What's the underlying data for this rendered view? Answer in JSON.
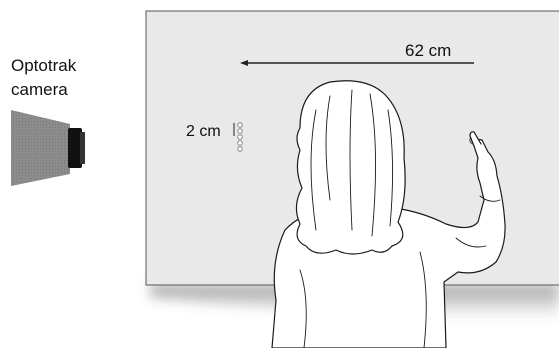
{
  "camera": {
    "label_line1": "Optotrak",
    "label_line2": "camera"
  },
  "screen": {
    "width_label": "62 cm",
    "spacing_label": "2 cm"
  },
  "colors": {
    "screen_fill": "#e9e9e9",
    "screen_stroke": "#555555",
    "camera_body": "#8e8e8e",
    "camera_lens": "#111111"
  },
  "icons": {
    "camera": "optotrak-camera-icon",
    "person": "participant-figure",
    "target": "touch-target-icon"
  }
}
